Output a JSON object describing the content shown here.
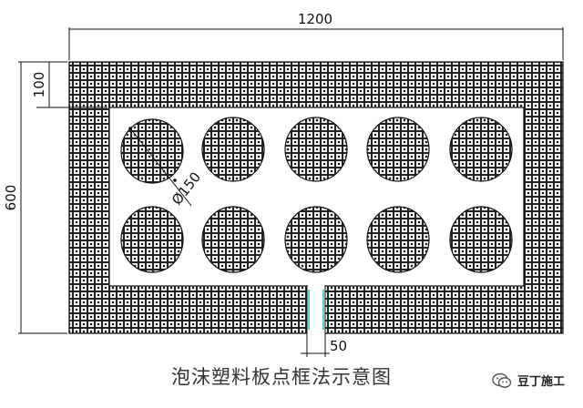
{
  "dimensions": {
    "width_label": "1200",
    "height_label": "600",
    "border_label": "100",
    "hole_diameter_label": "Ø150",
    "gap_label": "50"
  },
  "caption": "泡沫塑料板点框法示意图",
  "watermark": {
    "text": "豆丁施工",
    "icon": "wechat-icon"
  },
  "colors": {
    "line": "#111111",
    "pattern_bg": "#ffffff",
    "pattern_ink": "#222222",
    "gap_accent": "#36c3d6"
  },
  "layout_grid": {
    "hole_rows": 2,
    "hole_columns": 5
  }
}
